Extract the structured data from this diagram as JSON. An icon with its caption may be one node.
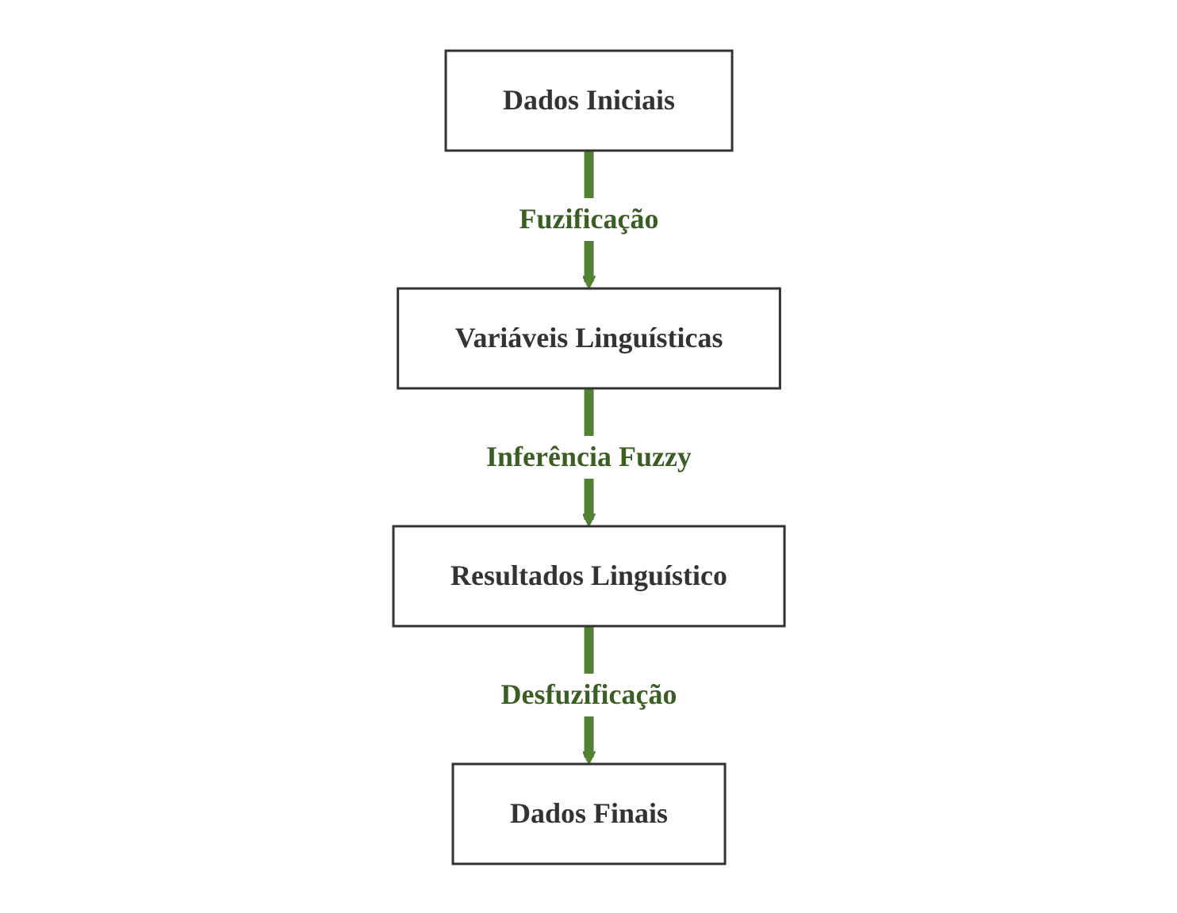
{
  "diagram": {
    "nodes": [
      {
        "text": [
          "Variáveis Linguísticas"
        ]
      },
      {
        "text": [
          "Resultados Linguístico"
        ]
      },
      {
        "text": [
          "Dados Iniciais"
        ]
      },
      {
        "text": [
          "Dados Finais"
        ]
      }
    ],
    "edges": [
      {
        "from": 2,
        "to": 0,
        "arrow": "to",
        "label": "Fuzificação"
      },
      {
        "from": 0,
        "to": 1,
        "arrow": "to",
        "label": "Inferência Fuzzy"
      },
      {
        "from": 1,
        "to": 3,
        "arrow": "to",
        "label": "Desfuzificação"
      }
    ]
  }
}
